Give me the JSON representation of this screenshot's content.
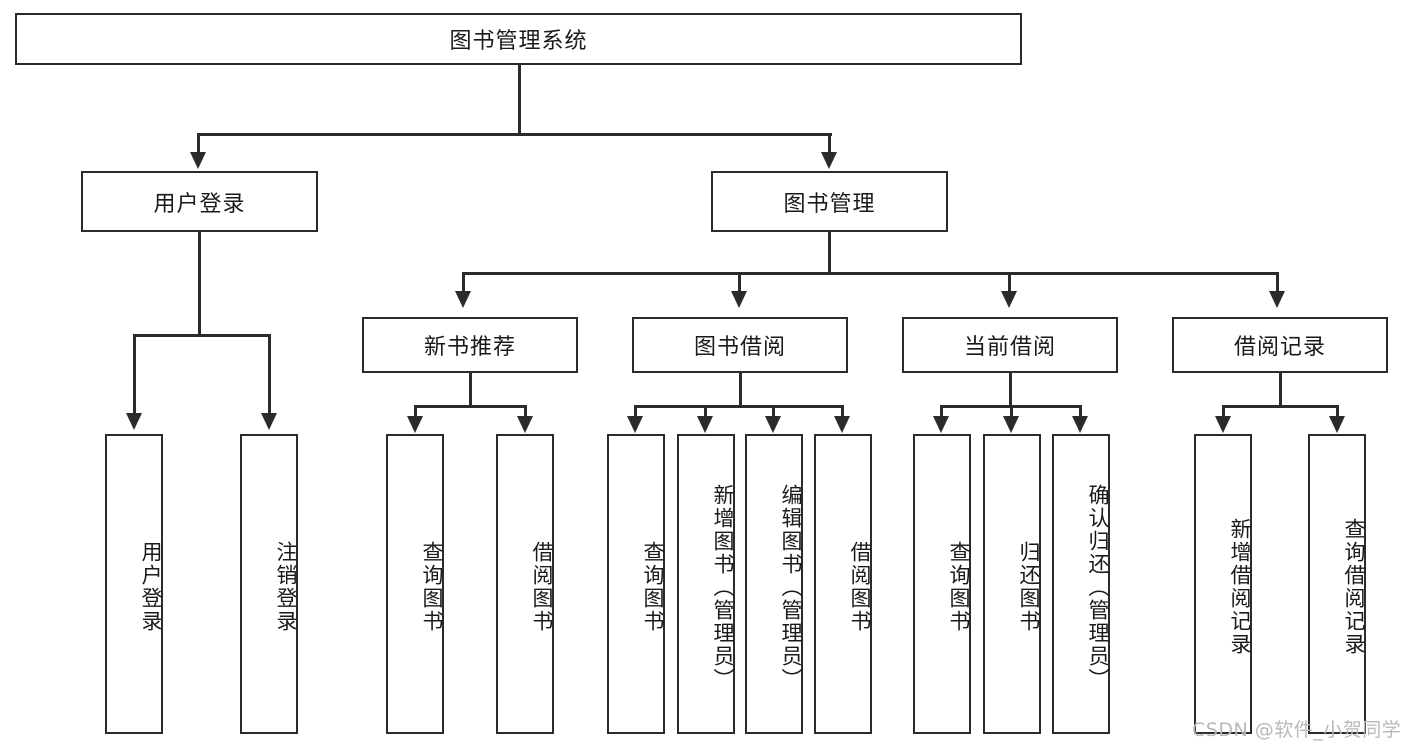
{
  "diagram": {
    "type": "tree",
    "title": "图书管理系统",
    "root": {
      "label": "图书管理系统"
    },
    "level1": [
      {
        "label": "用户登录"
      },
      {
        "label": "图书管理"
      }
    ],
    "level2": [
      {
        "label": "新书推荐",
        "parent": "图书管理"
      },
      {
        "label": "图书借阅",
        "parent": "图书管理"
      },
      {
        "label": "当前借阅",
        "parent": "图书管理"
      },
      {
        "label": "借阅记录",
        "parent": "图书管理"
      }
    ],
    "leaves": {
      "user_login": [
        {
          "label": "用户登录"
        },
        {
          "label": "注销登录"
        }
      ],
      "new_book": [
        {
          "label": "查询图书"
        },
        {
          "label": "借阅图书"
        }
      ],
      "borrow": [
        {
          "label": "查询图书"
        },
        {
          "label": "新增图书（管理员）"
        },
        {
          "label": "编辑图书（管理员）"
        },
        {
          "label": "借阅图书"
        }
      ],
      "current": [
        {
          "label": "查询图书"
        },
        {
          "label": "归还图书"
        },
        {
          "label": "确认归还（管理员）"
        }
      ],
      "records": [
        {
          "label": "新增借阅记录"
        },
        {
          "label": "查询借阅记录"
        }
      ]
    }
  },
  "watermark": {
    "text": "CSDN @软件_小贺同学"
  },
  "colors": {
    "stroke": "#2b2b2b",
    "fill": "#ffffff",
    "text": "#1a1a1a",
    "watermark": "#b9b9b9"
  }
}
